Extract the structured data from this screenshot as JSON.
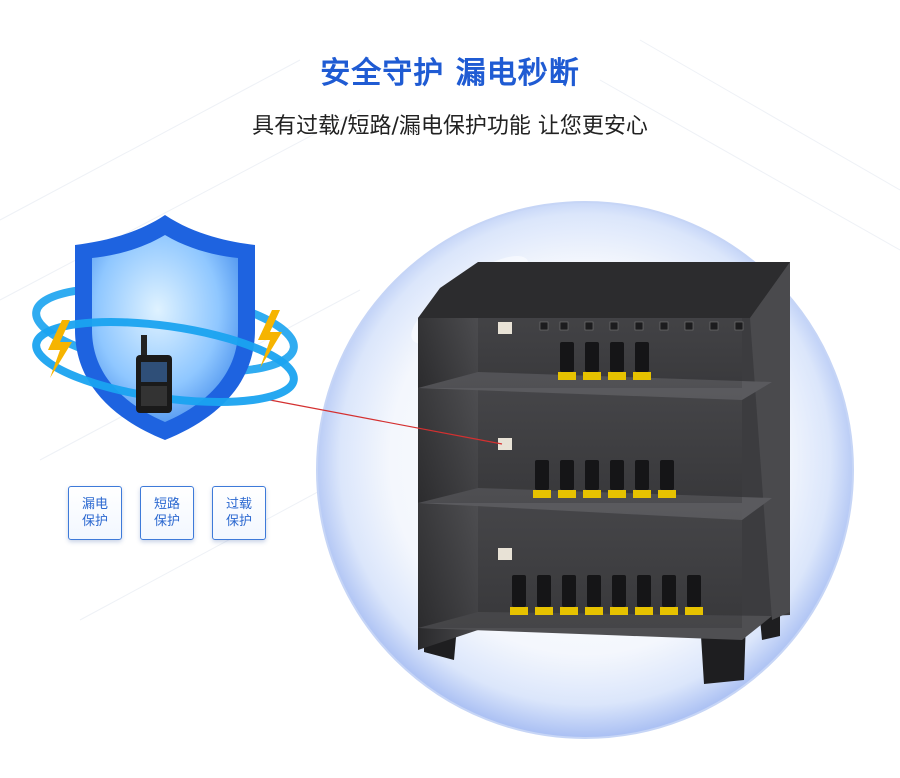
{
  "header": {
    "title": "安全守护 漏电秒断",
    "subtitle": "具有过载/短路/漏电保护功能 让您更安心"
  },
  "badges": [
    {
      "line1": "漏电",
      "line2": "保护"
    },
    {
      "line1": "短路",
      "line2": "保护"
    },
    {
      "line1": "过载",
      "line2": "保护"
    }
  ],
  "colors": {
    "accent_blue": "#1f5bd3",
    "shield_blue": "#1e63e0",
    "ring_blue": "#1aa3f0",
    "lightning": "#f6b400",
    "cabinet": "#3a3a3c",
    "pointer_line": "#d43030"
  },
  "icons": {
    "shield": "shield-icon",
    "radio": "walkie-talkie-icon",
    "lightning": "lightning-icon",
    "cabinet": "charging-cabinet"
  }
}
